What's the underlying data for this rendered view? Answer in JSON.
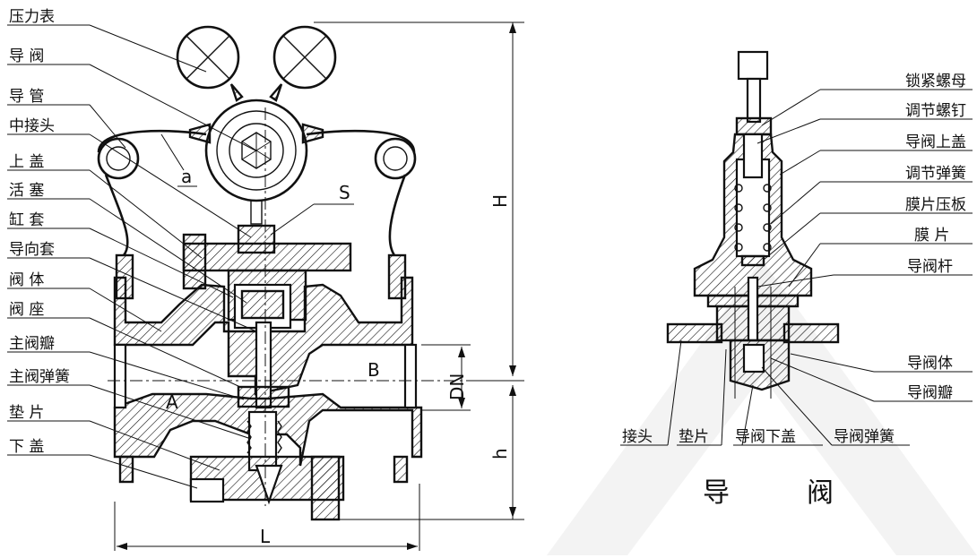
{
  "main_labels": [
    "压力表",
    "导 阀",
    "导 管",
    "中接头",
    "上 盖",
    "活 塞",
    "缸 套",
    "导向套",
    "阀 体",
    "阀 座",
    "主阀瓣",
    "主阀弹簧",
    "垫 片",
    "下 盖"
  ],
  "symbols": {
    "S": "S",
    "A": "A",
    "B": "B",
    "a": "a"
  },
  "dimensions": {
    "H": "H",
    "h": "h",
    "L": "L",
    "DN": "DN"
  },
  "pilot_right_labels": [
    "锁紧螺母",
    "调节螺钉",
    "导阀上盖",
    "调节弹簧",
    "膜片压板",
    "膜 片",
    "导阀杆",
    "导阀体",
    "导阀瓣"
  ],
  "pilot_bottom_labels": [
    "接头",
    "垫片",
    "导阀下盖",
    "导阀弹簧"
  ],
  "pilot_title": [
    "导",
    "阀"
  ],
  "colors": {
    "line": "#111111",
    "watermark": "#f2f2f2"
  }
}
